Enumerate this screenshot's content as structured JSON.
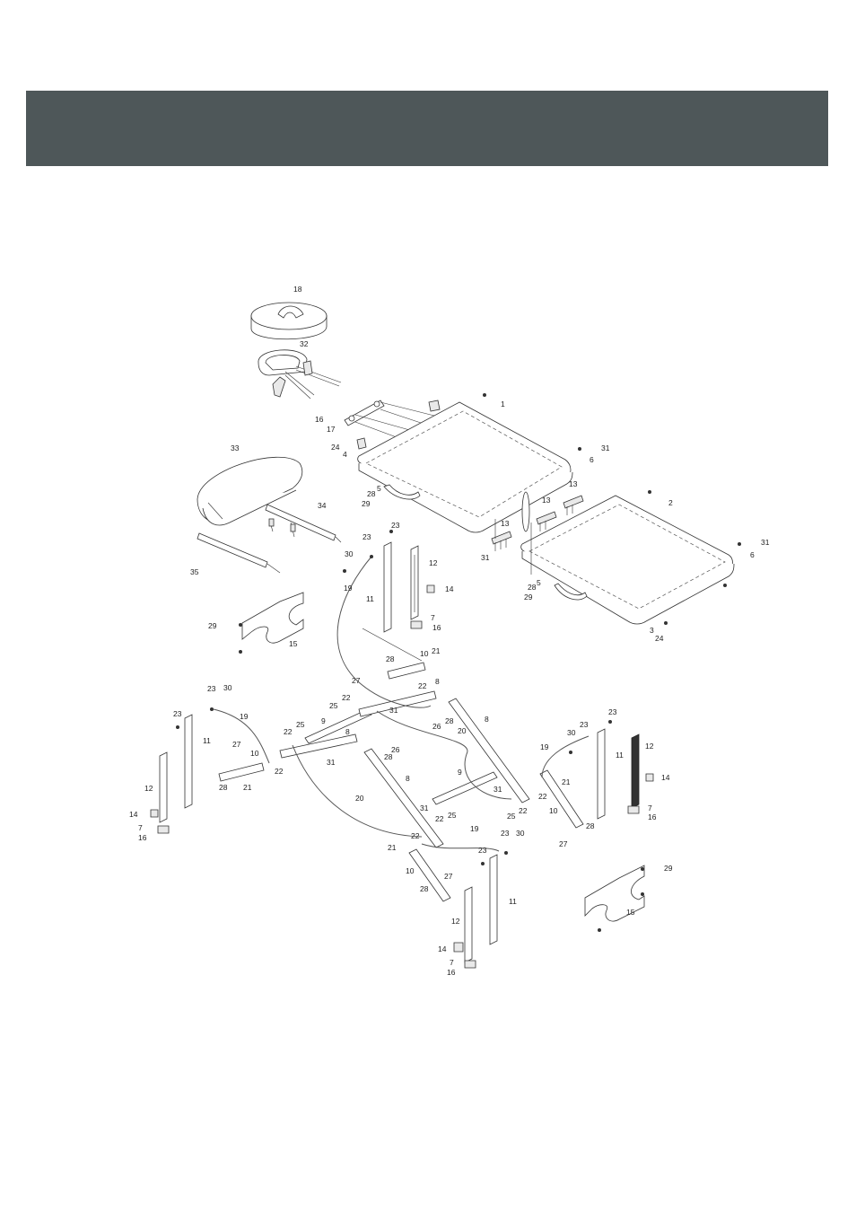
{
  "header": {
    "color": "#4e5759"
  },
  "callouts": [
    "1",
    "2",
    "3",
    "4",
    "5",
    "6",
    "7",
    "8",
    "9",
    "10",
    "11",
    "12",
    "13",
    "14",
    "15",
    "16",
    "17",
    "18",
    "19",
    "20",
    "21",
    "22",
    "23",
    "24",
    "25",
    "26",
    "27",
    "28",
    "29",
    "30",
    "31",
    "32",
    "33",
    "34",
    "35"
  ],
  "icons": {
    "diagram": "exploded-assembly-diagram"
  }
}
